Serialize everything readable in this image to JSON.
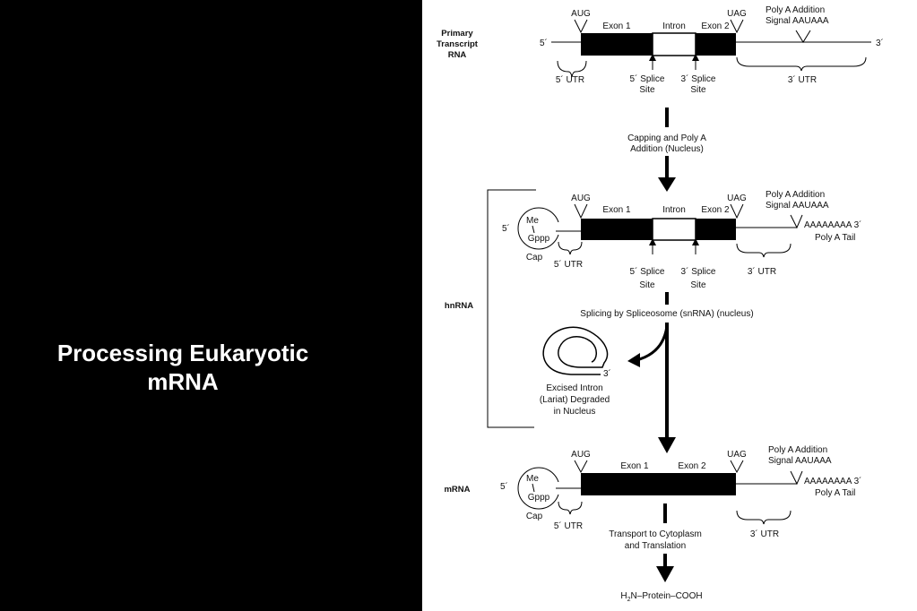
{
  "slide": {
    "title_line1": "Processing Eukaryotic",
    "title_line2": "mRNA"
  },
  "diagram": {
    "stage_labels": {
      "primary_line1": "Primary",
      "primary_line2": "Transcript",
      "primary_line3": "RNA",
      "hnrna": "hnRNA",
      "mrna": "mRNA"
    },
    "codons": {
      "start": "AUG",
      "stop": "UAG"
    },
    "segments": {
      "exon1": "Exon 1",
      "intron": "Intron",
      "exon2": "Exon 2"
    },
    "ends": {
      "five": "5´",
      "three": "3´"
    },
    "utr": {
      "five": "5´ UTR",
      "three": "3´ UTR"
    },
    "splice": {
      "five_line1": "5´ Splice",
      "five_line2": "Site",
      "three_line1": "3´ Splice",
      "three_line2": "Site"
    },
    "polya": {
      "signal_line1": "Poly A Addition",
      "signal_line2": "Signal AAUAAA",
      "tail_seq": "AAAAAAAA 3´",
      "tail_label": "Poly A Tail"
    },
    "cap": {
      "me": "Me",
      "gppp": "Gppp",
      "label": "Cap"
    },
    "steps": {
      "capping_line1": "Capping and Poly A",
      "capping_line2": "Addition (Nucleus)",
      "splicing": "Splicing by Spliceosome (snRNA) (nucleus)",
      "transport_line1": "Transport to Cytoplasm",
      "transport_line2": "and Translation"
    },
    "lariat": {
      "three": "3´",
      "line1": "Excised Intron",
      "line2": "(Lariat) Degraded",
      "line3": "in Nucleus"
    },
    "product": {
      "h": "H",
      "sub": "2",
      "rest": "N–Protein–COOH"
    }
  }
}
